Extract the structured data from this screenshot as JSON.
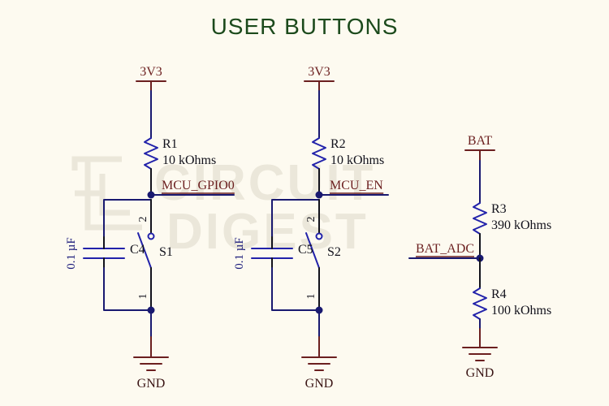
{
  "page": {
    "title": "USER BUTTONS",
    "background_color": "#fdfaf0",
    "title_color": "#1c4a1c"
  },
  "watermark": {
    "line1": "CIRCUIT",
    "line2": "DIGEST",
    "color": "#ebe7da"
  },
  "colors": {
    "wire": "#191970",
    "symbol": "#2222aa",
    "power_port": "#6b1f1f",
    "net_label": "#6b1f1f",
    "designator": "#12121c"
  },
  "circuits": [
    {
      "id": "user-button-1",
      "power_port": "3V3",
      "resistor": {
        "designator": "R1",
        "value": "10 kOhms"
      },
      "net_label": "MCU_GPIO0",
      "capacitor": {
        "designator": "C4",
        "value": "0.1 µF"
      },
      "switch": {
        "designator": "S1",
        "pin_top": "2",
        "pin_bottom": "1"
      },
      "ground": "GND"
    },
    {
      "id": "user-button-2",
      "power_port": "3V3",
      "resistor": {
        "designator": "R2",
        "value": "10 kOhms"
      },
      "net_label": "MCU_EN",
      "capacitor": {
        "designator": "C5",
        "value": "0.1 µF"
      },
      "switch": {
        "designator": "S2",
        "pin_top": "2",
        "pin_bottom": "1"
      },
      "ground": "GND"
    },
    {
      "id": "battery-divider",
      "power_port": "BAT",
      "resistor_top": {
        "designator": "R3",
        "value": "390 kOhms"
      },
      "net_label": "BAT_ADC",
      "resistor_bottom": {
        "designator": "R4",
        "value": "100 kOhms"
      },
      "ground": "GND"
    }
  ]
}
